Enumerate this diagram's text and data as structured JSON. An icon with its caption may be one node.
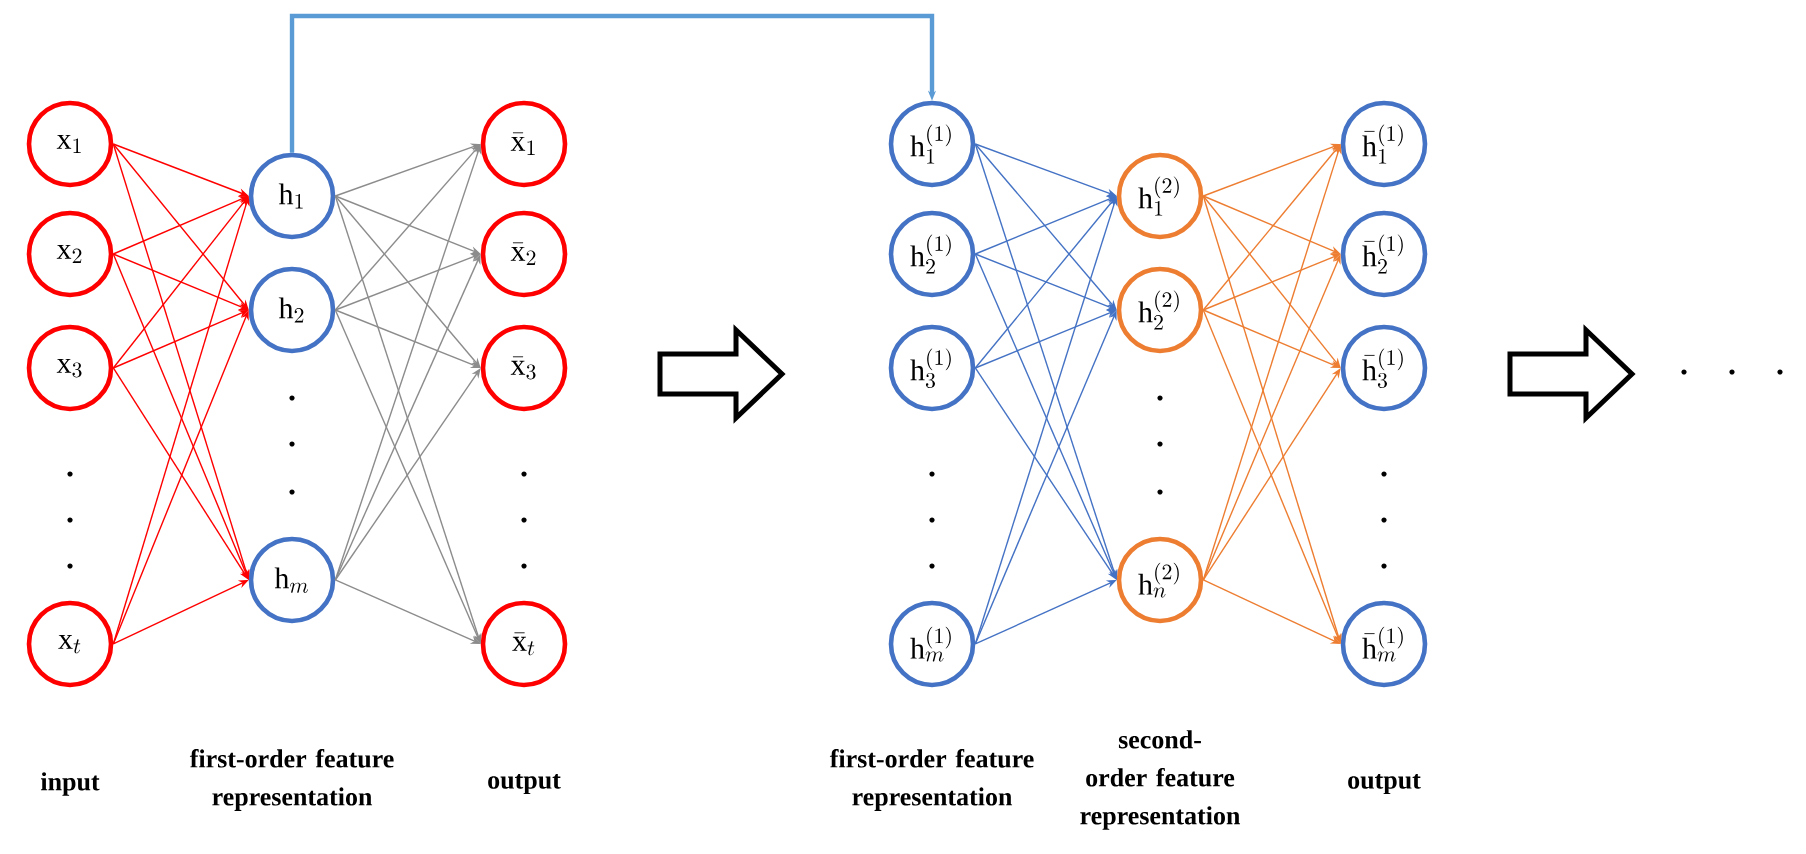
{
  "diagram": {
    "nodes": [
      {
        "text": [
          "\\mathrm{x}_{1}"
        ]
      },
      {
        "text": [
          "\\mathrm{x}_{2}"
        ]
      },
      {
        "text": [
          "\\mathrm{x}_{3}"
        ]
      },
      {
        "text": [
          "\\mathrm{x}_{t}"
        ]
      },
      {
        "text": [
          "\\mathrm{h}_{1}"
        ]
      },
      {
        "text": [
          "\\mathrm{h}_{2}"
        ]
      },
      {
        "text": [
          "\\mathrm{h}_{m}"
        ]
      },
      {
        "text": [
          "\\bar{\\mathrm{x}}_{1}"
        ]
      },
      {
        "text": [
          "\\bar{\\mathrm{x}}_{2}"
        ]
      },
      {
        "text": [
          "\\bar{\\mathrm{x}}_{3}"
        ]
      },
      {
        "text": [
          "\\bar{\\mathrm{x}}_{t}"
        ]
      },
      {
        "text": [
          "\\mathrm{h}^{(1)}_{1}"
        ]
      },
      {
        "text": [
          "\\mathrm{h}^{(1)}_{2}"
        ]
      },
      {
        "text": [
          "\\mathrm{h}^{(1)}_{3}"
        ]
      },
      {
        "text": [
          "\\mathrm{h}^{(1)}_{m}"
        ]
      },
      {
        "text": [
          "\\mathrm{h}^{(2)}_{1}"
        ]
      },
      {
        "text": [
          "\\mathrm{h}^{(2)}_{2}"
        ]
      },
      {
        "text": [
          "\\mathrm{h}^{(2)}_{n}"
        ]
      },
      {
        "text": [
          "\\bar{\\mathrm{h}}^{(1)}_{1}"
        ]
      },
      {
        "text": [
          "\\bar{\\mathrm{h}}^{(1)}_{2}"
        ]
      },
      {
        "text": [
          "\\bar{\\mathrm{h}}^{(1)}_{3}"
        ]
      },
      {
        "text": [
          "\\bar{\\mathrm{h}}^{(1)}_{m}"
        ]
      }
    ],
    "edges": [
      {
        "from": 0,
        "to": 4,
        "arrow": "to",
        "color": "#ff0000"
      },
      {
        "from": 0,
        "to": 5,
        "arrow": "to",
        "color": "#ff0000"
      },
      {
        "from": 0,
        "to": 6,
        "arrow": "to",
        "color": "#ff0000"
      },
      {
        "from": 1,
        "to": 4,
        "arrow": "to",
        "color": "#ff0000"
      },
      {
        "from": 1,
        "to": 5,
        "arrow": "to",
        "color": "#ff0000"
      },
      {
        "from": 1,
        "to": 6,
        "arrow": "to",
        "color": "#ff0000"
      },
      {
        "from": 2,
        "to": 4,
        "arrow": "to",
        "color": "#ff0000"
      },
      {
        "from": 2,
        "to": 5,
        "arrow": "to",
        "color": "#ff0000"
      },
      {
        "from": 2,
        "to": 6,
        "arrow": "to",
        "color": "#ff0000"
      },
      {
        "from": 3,
        "to": 4,
        "arrow": "to",
        "color": "#ff0000"
      },
      {
        "from": 3,
        "to": 5,
        "arrow": "to",
        "color": "#ff0000"
      },
      {
        "from": 3,
        "to": 6,
        "arrow": "to",
        "color": "#ff0000"
      },
      {
        "from": 4,
        "to": 7,
        "arrow": "to",
        "color": "#8c8c8c"
      },
      {
        "from": 4,
        "to": 8,
        "arrow": "to",
        "color": "#8c8c8c"
      },
      {
        "from": 4,
        "to": 9,
        "arrow": "to",
        "color": "#8c8c8c"
      },
      {
        "from": 4,
        "to": 10,
        "arrow": "to",
        "color": "#8c8c8c"
      },
      {
        "from": 5,
        "to": 7,
        "arrow": "to",
        "color": "#8c8c8c"
      },
      {
        "from": 5,
        "to": 8,
        "arrow": "to",
        "color": "#8c8c8c"
      },
      {
        "from": 5,
        "to": 9,
        "arrow": "to",
        "color": "#8c8c8c"
      },
      {
        "from": 5,
        "to": 10,
        "arrow": "to",
        "color": "#8c8c8c"
      },
      {
        "from": 6,
        "to": 7,
        "arrow": "to",
        "color": "#8c8c8c"
      },
      {
        "from": 6,
        "to": 8,
        "arrow": "to",
        "color": "#8c8c8c"
      },
      {
        "from": 6,
        "to": 9,
        "arrow": "to",
        "color": "#8c8c8c"
      },
      {
        "from": 6,
        "to": 10,
        "arrow": "to",
        "color": "#8c8c8c"
      },
      {
        "from": 4,
        "to": 11,
        "arrow": "to",
        "style": "thick",
        "color": "#5b9bd5"
      },
      {
        "from": 11,
        "to": 15,
        "arrow": "to",
        "color": "#4472c4"
      },
      {
        "from": 11,
        "to": 16,
        "arrow": "to",
        "color": "#4472c4"
      },
      {
        "from": 11,
        "to": 17,
        "arrow": "to",
        "color": "#4472c4"
      },
      {
        "from": 12,
        "to": 15,
        "arrow": "to",
        "color": "#4472c4"
      },
      {
        "from": 12,
        "to": 16,
        "arrow": "to",
        "color": "#4472c4"
      },
      {
        "from": 12,
        "to": 17,
        "arrow": "to",
        "color": "#4472c4"
      },
      {
        "from": 13,
        "to": 15,
        "arrow": "to",
        "color": "#4472c4"
      },
      {
        "from": 13,
        "to": 16,
        "arrow": "to",
        "color": "#4472c4"
      },
      {
        "from": 13,
        "to": 17,
        "arrow": "to",
        "color": "#4472c4"
      },
      {
        "from": 14,
        "to": 15,
        "arrow": "to",
        "color": "#4472c4"
      },
      {
        "from": 14,
        "to": 16,
        "arrow": "to",
        "color": "#4472c4"
      },
      {
        "from": 14,
        "to": 17,
        "arrow": "to",
        "color": "#4472c4"
      },
      {
        "from": 15,
        "to": 18,
        "arrow": "to",
        "color": "#ed7d31"
      },
      {
        "from": 15,
        "to": 19,
        "arrow": "to",
        "color": "#ed7d31"
      },
      {
        "from": 15,
        "to": 20,
        "arrow": "to",
        "color": "#ed7d31"
      },
      {
        "from": 15,
        "to": 21,
        "arrow": "to",
        "color": "#ed7d31"
      },
      {
        "from": 16,
        "to": 18,
        "arrow": "to",
        "color": "#ed7d31"
      },
      {
        "from": 16,
        "to": 19,
        "arrow": "to",
        "color": "#ed7d31"
      },
      {
        "from": 16,
        "to": 20,
        "arrow": "to",
        "color": "#ed7d31"
      },
      {
        "from": 16,
        "to": 21,
        "arrow": "to",
        "color": "#ed7d31"
      },
      {
        "from": 17,
        "to": 18,
        "arrow": "to",
        "color": "#ed7d31"
      },
      {
        "from": 17,
        "to": 19,
        "arrow": "to",
        "color": "#ed7d31"
      },
      {
        "from": 17,
        "to": 20,
        "arrow": "to",
        "color": "#ed7d31"
      },
      {
        "from": 17,
        "to": 21,
        "arrow": "to",
        "color": "#ed7d31"
      }
    ],
    "labels": [
      "input",
      "first-order feature representation",
      "output",
      "first-order feature representation",
      "second-order feature representation",
      "output"
    ]
  }
}
